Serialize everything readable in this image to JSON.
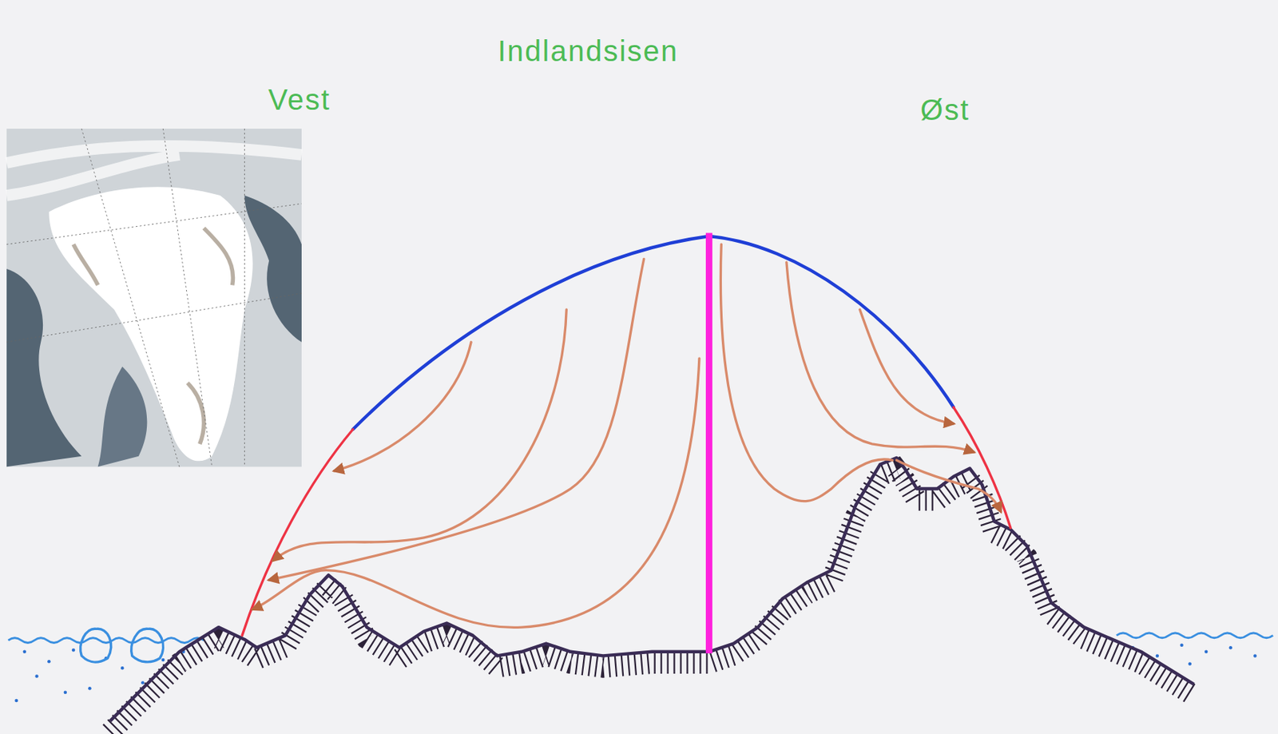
{
  "diagram": {
    "title": "Indlandsisen",
    "labels": [
      "Vest",
      "Øst"
    ]
  }
}
